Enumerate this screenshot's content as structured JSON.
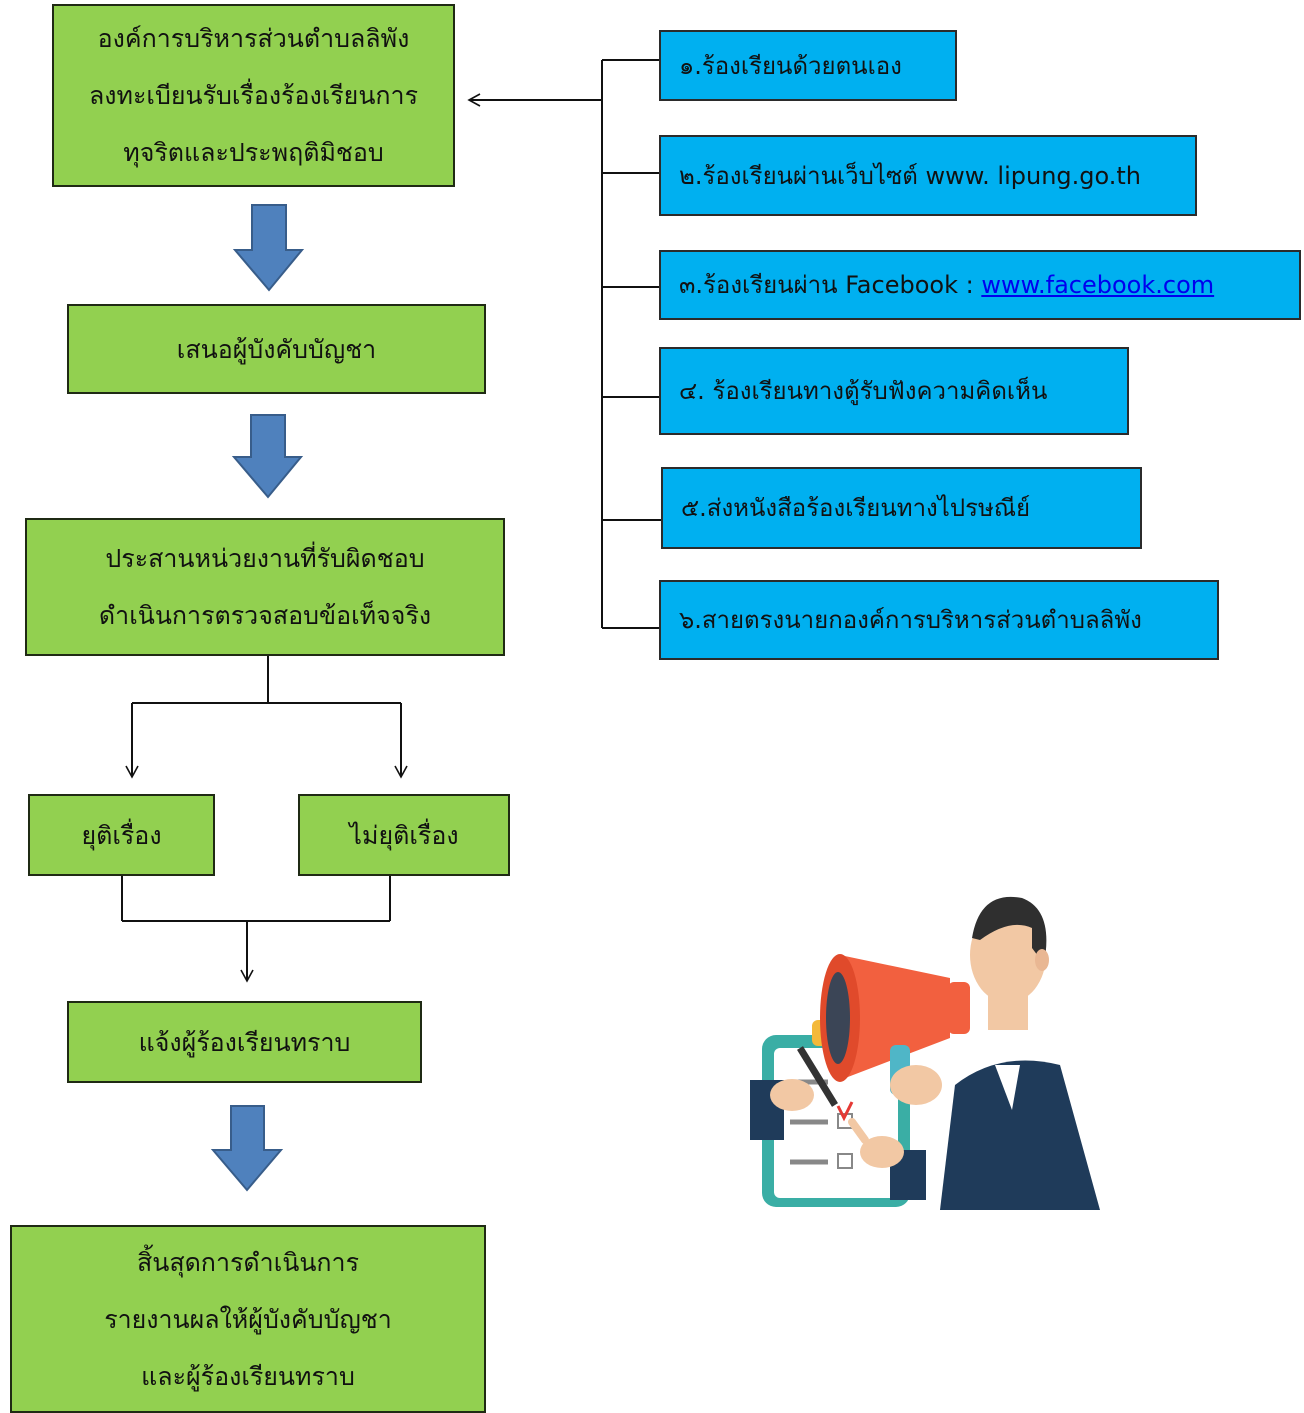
{
  "flow": {
    "receive": [
      "องค์การบริหารส่วนตำบลลิพัง",
      "ลงทะเบียนรับเรื่องร้องเรียนการ",
      "ทุจริตและประพฤติมิชอบ"
    ],
    "propose": "เสนอผู้บังคับบัญชา",
    "coordinate": [
      "ประสานหน่วยงานที่รับผิดชอบ",
      "ดำเนินการตรวจสอบข้อเท็จจริง"
    ],
    "resolved": "ยุติเรื่อง",
    "not_resolved": "ไม่ยุติเรื่อง",
    "notify": "แจ้งผู้ร้องเรียนทราบ",
    "end": [
      "สิ้นสุดการดำเนินการ",
      "รายงานผลให้ผู้บังคับบัญชา",
      "และผู้ร้องเรียนทราบ"
    ]
  },
  "channels": [
    {
      "text": "๑.ร้องเรียนด้วยตนเอง"
    },
    {
      "text": "๒.ร้องเรียนผ่านเว็บไซต์ www. lipung.go.th"
    },
    {
      "text": "๓.ร้องเรียนผ่าน Facebook : ",
      "link": "www.facebook.com"
    },
    {
      "text": "๔. ร้องเรียนทางตู้รับฟังความคิดเห็น"
    },
    {
      "text": "๕.ส่งหนังสือร้องเรียนทางไปรษณีย์"
    },
    {
      "text": "๖.สายตรงนายกองค์การบริหารส่วนตำบลลิพัง"
    }
  ],
  "colors": {
    "flow_box": "#92d050",
    "channel_box": "#00b0f0",
    "down_arrow": "#4f81bd",
    "link": "#0000ee"
  },
  "illustration": {
    "icon": "megaphone-announcer-icon"
  }
}
